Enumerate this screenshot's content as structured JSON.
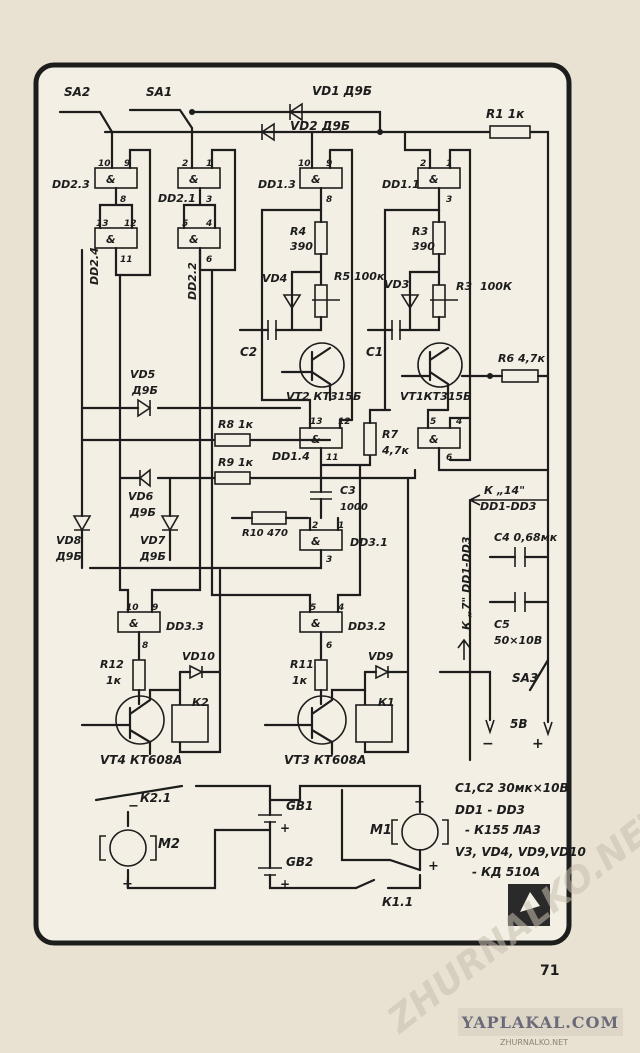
{
  "switches": {
    "sa2": "SA2",
    "sa1": "SA1",
    "sa3": "SA3"
  },
  "diodes": {
    "vd1": "VD1 Д9Б",
    "vd2": "VD2 Д9Б",
    "vd3": "VD3",
    "vd4": "VD4",
    "vd5": "VD5",
    "vd5t": "Д9Б",
    "vd6": "VD6",
    "vd6t": "Д9Б",
    "vd7": "VD7",
    "vd7t": "Д9Б",
    "vd8": "VD8",
    "vd8t": "Д9Б",
    "vd9": "VD9",
    "vd10": "VD10"
  },
  "resistors": {
    "r1": "R1 1к",
    "r3": "R3",
    "r3v": "390",
    "r3b": "R3",
    "r3bv": "100К",
    "r4": "R4",
    "r4v": "390",
    "r5": "R5",
    "r5v": "100к",
    "r6": "R6 4,7к",
    "r7": "R7",
    "r7v": "4,7к",
    "r8": "R8 1к",
    "r9": "R9 1к",
    "r10": "R10 470",
    "r11": "R11",
    "r11v": "1к",
    "r12": "R12",
    "r12v": "1к"
  },
  "caps": {
    "c1": "C1",
    "c2": "C2",
    "c3": "C3",
    "c3v": "1000",
    "c4": "C4 0,68мк",
    "c5": "C5",
    "c5v": "50×10В"
  },
  "gates": {
    "dd25": "DD2.3",
    "dd21": "DD2.1",
    "dd24": "DD2.4",
    "dd22": "DD2.2",
    "dd13": "DD1.3",
    "dd11": "DD1.1",
    "dd14": "DD1.4",
    "dd31": "DD3.1",
    "dd33": "DD3.3",
    "dd32": "DD3.2"
  },
  "pins": {
    "p10": "10",
    "p9": "9",
    "p8": "8",
    "p13": "13",
    "p12": "12",
    "p11": "11",
    "p2": "2",
    "p1": "1",
    "p3": "3",
    "p5": "5",
    "p4": "4",
    "p6": "6"
  },
  "transistors": {
    "vt1": "VT1КТ315Б",
    "vt2": "VT2 КТ315Б",
    "vt3": "VT3 КТ608А",
    "vt4": "VT4 КТ608А"
  },
  "relays": {
    "k1": "К1",
    "k2": "К2",
    "k11": "К1.1",
    "k21": "К2.1"
  },
  "motors": {
    "m1": "М1",
    "m2": "М2"
  },
  "batteries": {
    "gb1": "GB1",
    "gb2": "GB2"
  },
  "power": {
    "to14": "К „14\"",
    "dd1dd3a": "DD1-DD3",
    "to7": "К „7\" DD1-DD3",
    "v5": "5В",
    "minus": "−",
    "plus": "+"
  },
  "notes": [
    "C1,C2 30мк×10В",
    "DD1 - DD3",
    "- К155 ЛА3",
    "V3, VD4, VD9,VD10",
    "- КД 510А"
  ],
  "page_number": "71",
  "watermark": "ZHURNALKO.NET",
  "badge": "YAPLAKAL.COM",
  "badge_sub": "ZHURNALKO.NET"
}
